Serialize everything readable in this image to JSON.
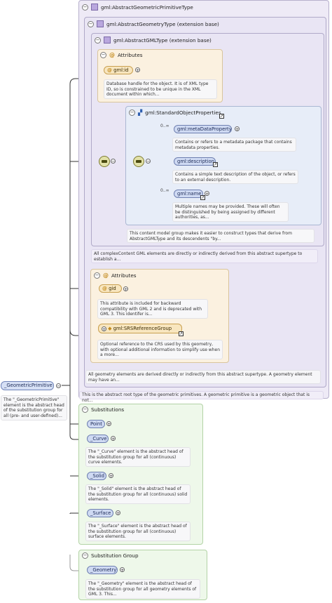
{
  "complex_type": {
    "name": "gml:AbstractGeometricPrimitiveType"
  },
  "geometry_type": {
    "name": "gml:AbstractGeometryType (extension base)"
  },
  "gml_type": {
    "name": "gml:AbstractGMLType (extension base)"
  },
  "attributes_1": {
    "title": "Attributes",
    "attr": {
      "name": "gml:id",
      "doc": "Database handle for the object. It is of XML type ID, so is constrained to be unique in the XML document within which..."
    }
  },
  "std_props": {
    "name": "gml:StandardObjectProperties",
    "items": [
      {
        "occ": "0..∞",
        "name": "gml:metaDataProperty",
        "doc": "Contains or refers to a metadata package that contains metadata properties."
      },
      {
        "occ": "",
        "name": "gml:description",
        "doc": "Contains a simple text description of the object, or refers to an external description."
      },
      {
        "occ": "0..∞",
        "name": "gml:name",
        "doc": "Multiple names may be provided. These will often be distinguished by being assigned by different authorities, as..."
      }
    ],
    "group_doc": "This content model group makes it easier to construct types that derive from AbstractGMLType and its descendents \"by..."
  },
  "gml_type_doc": "All complexContent GML elements are directly or indirectly derived from this abstract supertype to establish a...",
  "attributes_2": {
    "title": "Attributes",
    "gid": {
      "name": "gid",
      "doc": "This attribute is included for backward compatibility with GML 2 and is deprecated with GML 3. This identifer is..."
    },
    "srs": {
      "name": "gml:SRSReferenceGroup",
      "doc": "Optional reference to the CRS used by this geometry, with optional additional information to simplify use when a more..."
    }
  },
  "geometry_type_doc": "All geometry elements are derived directly or indirectly from this abstract supertype. A geometry element may have an...",
  "complex_type_doc": "This is the abstract root type of the geometric primitives. A geometric primitive is a geometric object that is not...",
  "root": {
    "name": "_GeometricPrimitive",
    "doc": "The \"_GeometricPrimitive\" element is the abstract head of the substitution group for all (pre- and user-defined)..."
  },
  "substitutions": {
    "title": "Substitutions",
    "items": [
      {
        "name": "Point",
        "doc": ""
      },
      {
        "name": "_Curve",
        "doc": "The \"_Curve\" element is the abstract head of the substitution group for all (continuous) curve elements."
      },
      {
        "name": "_Solid",
        "doc": "The \"_Solid\" element is the abstract head of the substitution group for all (continuous) solid elements."
      },
      {
        "name": "_Surface",
        "doc": "The \"_Surface\" element is the abstract head of the substitution group for all (continuous) surface elements."
      }
    ]
  },
  "substitution_group": {
    "title": "Substitution Group",
    "item": {
      "name": "_Geometry",
      "doc": "The \"_Geometry\" element is the abstract head of the substitution group for all geometry elements of GML 3. This..."
    }
  },
  "colors": {
    "purple_panel": "#eeeaf6",
    "attr_panel": "#fbf1e0",
    "seq_panel": "#e7edf8",
    "green_panel": "#eef8ea",
    "element_pill": "#cfdaf3",
    "attr_pill": "#f8e6bf"
  }
}
